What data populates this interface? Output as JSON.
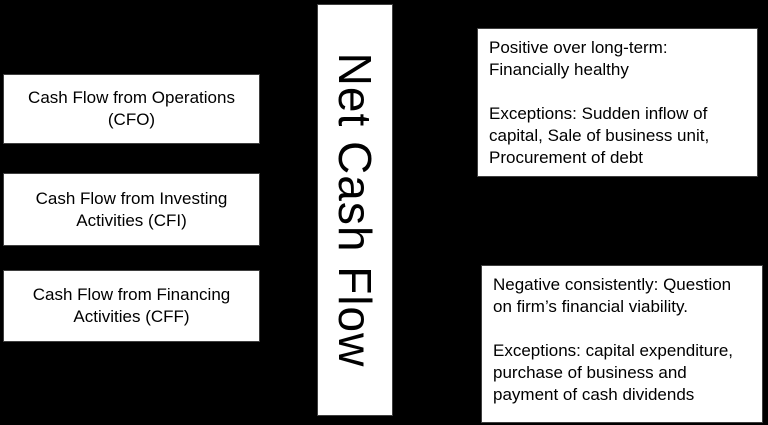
{
  "diagram": {
    "title": "Net Cash Flow diagram",
    "colors": {
      "background": "#000000",
      "box_fill": "#ffffff",
      "box_border": "#3f3f3f",
      "text": "#000000"
    },
    "left_boxes": [
      {
        "label": "Cash Flow from Operations\n(CFO)"
      },
      {
        "label": "Cash Flow from Investing\nActivities (CFI)"
      },
      {
        "label": "Cash Flow from Financing\nActivities (CFF)"
      }
    ],
    "center_box": {
      "label": "Net Cash Flow"
    },
    "right_boxes": [
      {
        "para1": "Positive over long-term:\nFinancially healthy",
        "para2": "Exceptions: Sudden inflow of\ncapital, Sale of business unit,\nProcurement of debt"
      },
      {
        "para1": "Negative consistently: Question\non firm’s financial viability.",
        "para2": "Exceptions: capital expenditure,\npurchase of business and\npayment of cash dividends"
      }
    ]
  }
}
